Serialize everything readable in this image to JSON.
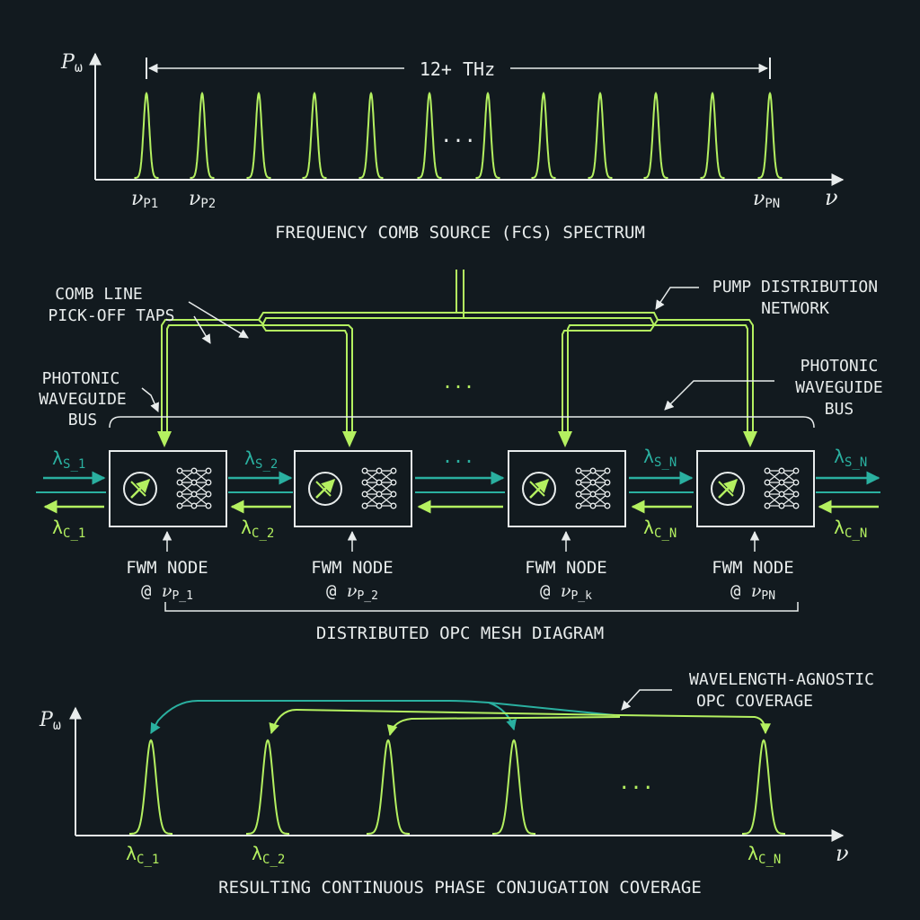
{
  "colors": {
    "background": "#121a1f",
    "text": "#e8ecec",
    "lime": "#b4f060",
    "teal": "#2ab0a0",
    "node_border": "#e8ecec"
  },
  "top_spectrum": {
    "y_axis": "P",
    "y_axis_sub": "ω",
    "x_axis": "ν",
    "span_label": "12+ THz",
    "ellipsis": "...",
    "tick_labels": [
      {
        "sym": "ν",
        "sub": "P1"
      },
      {
        "sym": "ν",
        "sub": "P2"
      },
      {
        "sym": "ν",
        "sub": "PN"
      }
    ],
    "caption": "FREQUENCY COMB SOURCE (FCS) SPECTRUM"
  },
  "mesh": {
    "annot_taps_1": "COMB LINE",
    "annot_taps_2": "PICK-OFF TAPS",
    "annot_pump_1": "PUMP DISTRIBUTION",
    "annot_pump_2": "NETWORK",
    "annot_bus_left_1": "PHOTONIC",
    "annot_bus_left_2": "WAVEGUIDE",
    "annot_bus_left_3": "BUS",
    "annot_bus_right_1": "PHOTONIC",
    "annot_bus_right_2": "WAVEGUIDE",
    "annot_bus_right_3": "BUS",
    "ellipsis_top": "...",
    "ellipsis_mid": "...",
    "signal_labels": [
      {
        "sym": "λ",
        "sub": "S_1"
      },
      {
        "sym": "λ",
        "sub": "S_2"
      },
      {
        "sym": "λ",
        "sub": "S_N"
      },
      {
        "sym": "λ",
        "sub": "S_N"
      }
    ],
    "conj_labels": [
      {
        "sym": "λ",
        "sub": "C_1"
      },
      {
        "sym": "λ",
        "sub": "C_2"
      },
      {
        "sym": "λ",
        "sub": "C_N"
      },
      {
        "sym": "λ",
        "sub": "C_N"
      }
    ],
    "nodes": [
      {
        "title": "FWM NODE",
        "at": "@",
        "sym": "ν",
        "sub": "P_1"
      },
      {
        "title": "FWM NODE",
        "at": "@",
        "sym": "ν",
        "sub": "P_2"
      },
      {
        "title": "FWM NODE",
        "at": "@",
        "sym": "ν",
        "sub": "P_k"
      },
      {
        "title": "FWM NODE",
        "at": "@",
        "sym": "ν",
        "sub": "PN"
      }
    ],
    "caption": "DISTRIBUTED OPC MESH DIAGRAM"
  },
  "bottom_spectrum": {
    "y_axis": "P",
    "y_axis_sub": "ω",
    "x_axis": "ν",
    "ellipsis": "...",
    "annot_1": "WAVELENGTH-AGNOSTIC",
    "annot_2": "OPC COVERAGE",
    "tick_labels": [
      {
        "sym": "λ",
        "sub": "C_1"
      },
      {
        "sym": "λ",
        "sub": "C_2"
      },
      {
        "sym": "λ",
        "sub": "C_N"
      }
    ],
    "caption": "RESULTING CONTINUOUS PHASE CONJUGATION COVERAGE"
  }
}
